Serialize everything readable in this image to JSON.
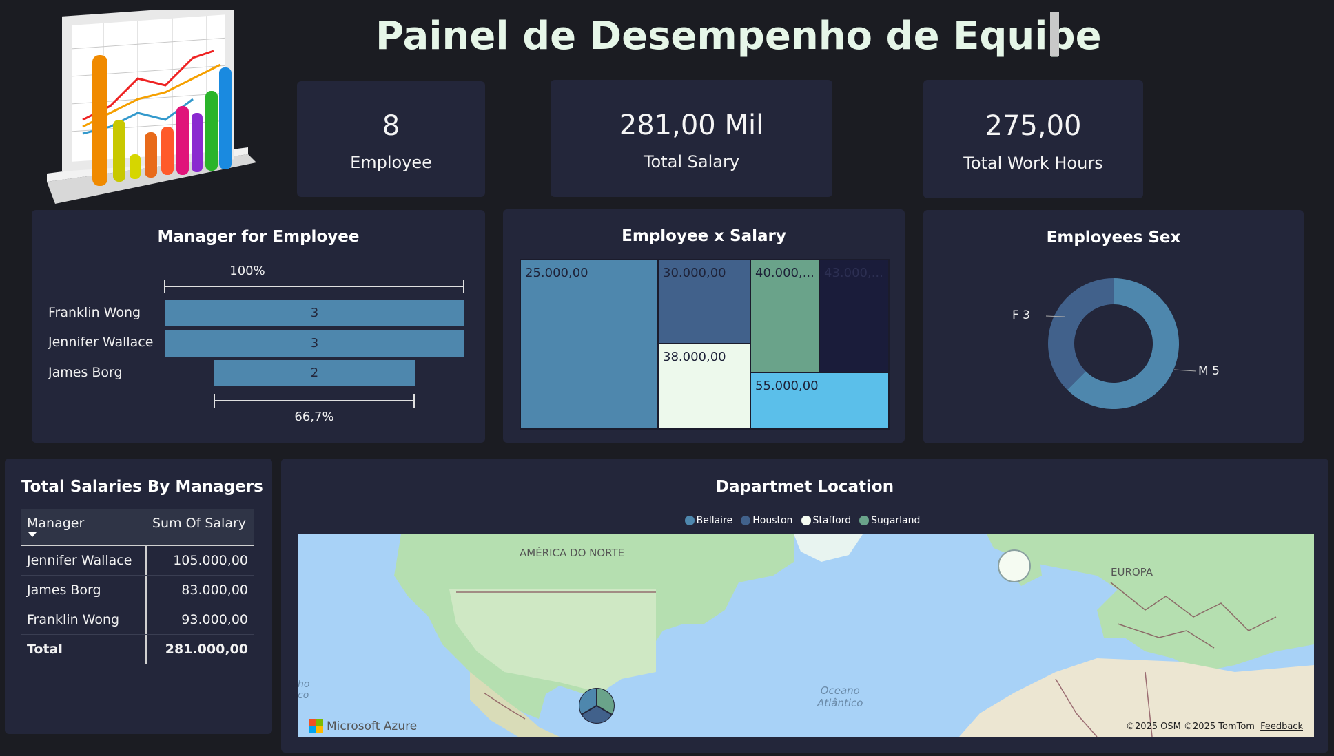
{
  "header": {
    "title": "Painel de Desempenho de Equipe",
    "logo_icon": "bar-chart-3d-icon"
  },
  "kpis": [
    {
      "value": "8",
      "label": "Employee"
    },
    {
      "value": "281,00 Mil",
      "label": "Total Salary"
    },
    {
      "value": "275,00",
      "label": "Total Work Hours"
    }
  ],
  "funnel": {
    "title": "Manager for Employee",
    "top_pct": "100%",
    "bottom_pct": "66,7%",
    "rows": [
      {
        "name": "Franklin Wong",
        "value": "3"
      },
      {
        "name": "Jennifer Wallace",
        "value": "3"
      },
      {
        "name": "James Borg",
        "value": "2"
      }
    ]
  },
  "treemap": {
    "title": "Employee x Salary",
    "tiles": [
      {
        "label": "25.000,00",
        "color": "#4e87ad"
      },
      {
        "label": "30.000,00",
        "color": "#41618b"
      },
      {
        "label": "38.000,00",
        "color": "#edf9ec"
      },
      {
        "label": "40.000,...",
        "color": "#6aa38a"
      },
      {
        "label": "43.000,...",
        "color": "#1a1c3a"
      },
      {
        "label": "55.000,00",
        "color": "#5bbfea"
      }
    ]
  },
  "donut": {
    "title": "Employees Sex",
    "label_f": "F 3",
    "label_m": "M 5",
    "color_f": "#41618b",
    "color_m": "#4e87ad"
  },
  "salaries_table": {
    "title": "Total Salaries By Managers",
    "col_manager": "Manager",
    "col_salary": "Sum Of Salary",
    "rows": [
      {
        "manager": "Jennifer Wallace",
        "salary": "105.000,00"
      },
      {
        "manager": "James Borg",
        "salary": "83.000,00"
      },
      {
        "manager": "Franklin Wong",
        "salary": "93.000,00"
      }
    ],
    "total_label": "Total",
    "total_value": "281.000,00"
  },
  "map": {
    "title": "Dapartmet Location",
    "legend": [
      {
        "name": "Bellaire",
        "color": "#4e87ad"
      },
      {
        "name": "Houston",
        "color": "#41618b"
      },
      {
        "name": "Stafford",
        "color": "#f5fbf2"
      },
      {
        "name": "Sugarland",
        "color": "#6aa38a"
      }
    ],
    "label_na": "AMÉRICA DO NORTE",
    "label_eu": "EUROPA",
    "label_ocean_1": "Oceano",
    "label_ocean_2": "Atlântico",
    "label_mx_1": "ho",
    "label_mx_2": "co",
    "brand": "Microsoft Azure",
    "copyright": "©2025 OSM  ©2025 TomTom",
    "feedback": "Feedback"
  },
  "chart_data": [
    {
      "type": "bar",
      "title": "Manager for Employee",
      "categories": [
        "Franklin Wong",
        "Jennifer Wallace",
        "James Borg"
      ],
      "values": [
        3,
        3,
        2
      ]
    },
    {
      "type": "pie",
      "title": "Employees Sex",
      "categories": [
        "F",
        "M"
      ],
      "values": [
        3,
        5
      ]
    }
  ]
}
